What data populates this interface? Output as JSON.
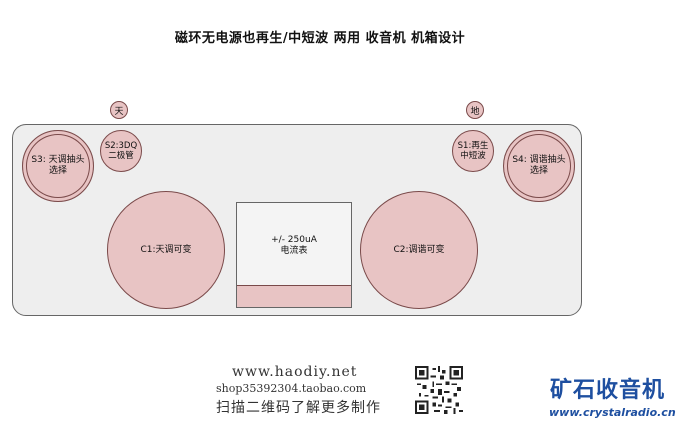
{
  "title": "磁环无电源也再生/中短波 两用 收音机 机箱设计",
  "terminals": {
    "antenna": "天",
    "ground": "地"
  },
  "knobs": {
    "s3": "S3: 天调抽头\n选择",
    "s2": "S2:3DQ\n二极管",
    "s1": "S1:再生\n中短波",
    "s4": "S4: 调谐抽头\n选择",
    "c1": "C1:天调可变",
    "c2": "C2:调谐可变"
  },
  "meter": {
    "label": "+/- 250uA\n电流表"
  },
  "watermark": {
    "url": "www.haodiy.net",
    "shop": "shop35392304.taobao.com",
    "scan": "扫描二维码了解更多制作"
  },
  "logo": {
    "name": "矿石收音机",
    "url": "www.crystalradio.cn"
  },
  "colors": {
    "knob_fill": "#e8c4c4",
    "panel_fill": "#eeeeee",
    "logo_blue": "#1e4fa0"
  }
}
